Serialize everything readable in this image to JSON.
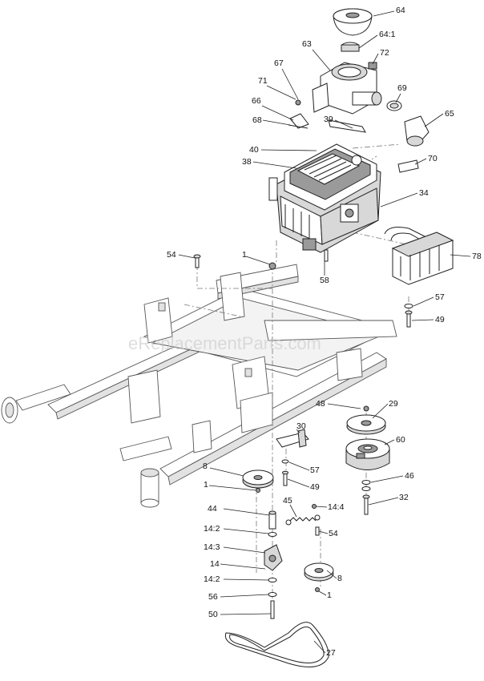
{
  "watermark": "eReplacementParts.com",
  "callouts": [
    {
      "id": "c64",
      "text": "64"
    },
    {
      "id": "c64-1",
      "text": "64:1"
    },
    {
      "id": "c63",
      "text": "63"
    },
    {
      "id": "c72",
      "text": "72"
    },
    {
      "id": "c67",
      "text": "67"
    },
    {
      "id": "c71",
      "text": "71"
    },
    {
      "id": "c69",
      "text": "69"
    },
    {
      "id": "c66",
      "text": "66"
    },
    {
      "id": "c65",
      "text": "65"
    },
    {
      "id": "c68",
      "text": "68"
    },
    {
      "id": "c39",
      "text": "39"
    },
    {
      "id": "c40",
      "text": "40"
    },
    {
      "id": "c38",
      "text": "38"
    },
    {
      "id": "c70",
      "text": "70"
    },
    {
      "id": "c34",
      "text": "34"
    },
    {
      "id": "c54a",
      "text": "54"
    },
    {
      "id": "c1a",
      "text": "1"
    },
    {
      "id": "c78",
      "text": "78"
    },
    {
      "id": "c58",
      "text": "58"
    },
    {
      "id": "c57a",
      "text": "57"
    },
    {
      "id": "c49a",
      "text": "49"
    },
    {
      "id": "c48",
      "text": "48"
    },
    {
      "id": "c29",
      "text": "29"
    },
    {
      "id": "c30",
      "text": "30"
    },
    {
      "id": "c60",
      "text": "60"
    },
    {
      "id": "c8a",
      "text": "8"
    },
    {
      "id": "c57b",
      "text": "57"
    },
    {
      "id": "c46",
      "text": "46"
    },
    {
      "id": "c1b",
      "text": "1"
    },
    {
      "id": "c49b",
      "text": "49"
    },
    {
      "id": "c32",
      "text": "32"
    },
    {
      "id": "c45",
      "text": "45"
    },
    {
      "id": "c44",
      "text": "44"
    },
    {
      "id": "c14-4",
      "text": "14:4"
    },
    {
      "id": "c14-2a",
      "text": "14:2"
    },
    {
      "id": "c54b",
      "text": "54"
    },
    {
      "id": "c14-3",
      "text": "14:3"
    },
    {
      "id": "c14",
      "text": "14"
    },
    {
      "id": "c8b",
      "text": "8"
    },
    {
      "id": "c14-2b",
      "text": "14:2"
    },
    {
      "id": "c56",
      "text": "56"
    },
    {
      "id": "c1c",
      "text": "1"
    },
    {
      "id": "c50",
      "text": "50"
    },
    {
      "id": "c27",
      "text": "27"
    }
  ]
}
